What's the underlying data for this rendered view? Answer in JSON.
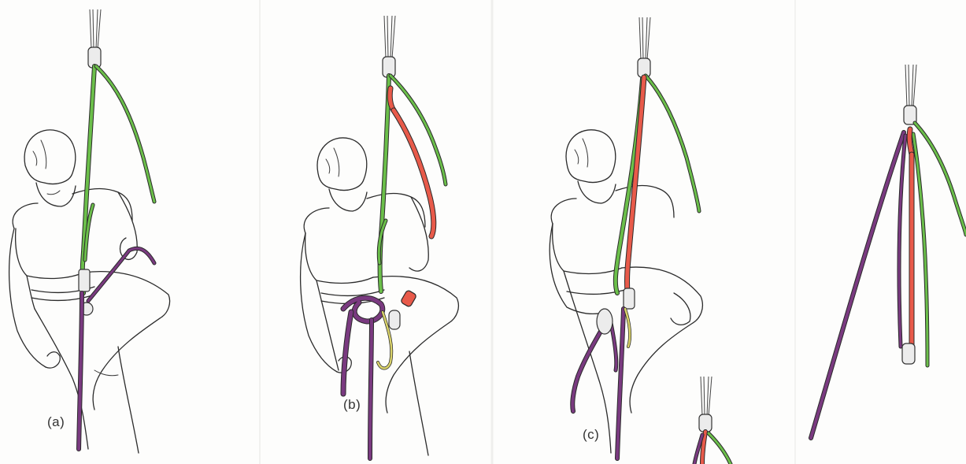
{
  "panels": [
    {
      "id": "a",
      "label": "(a)"
    },
    {
      "id": "b",
      "label": "(b)"
    },
    {
      "id": "c",
      "label": "(c)"
    },
    {
      "id": "d",
      "label": ""
    }
  ],
  "colors": {
    "green": "#6bbf4a",
    "red": "#e85a4a",
    "purple": "#7a3a80",
    "yellow": "#d9d26a",
    "ink": "#2b2b2b"
  }
}
